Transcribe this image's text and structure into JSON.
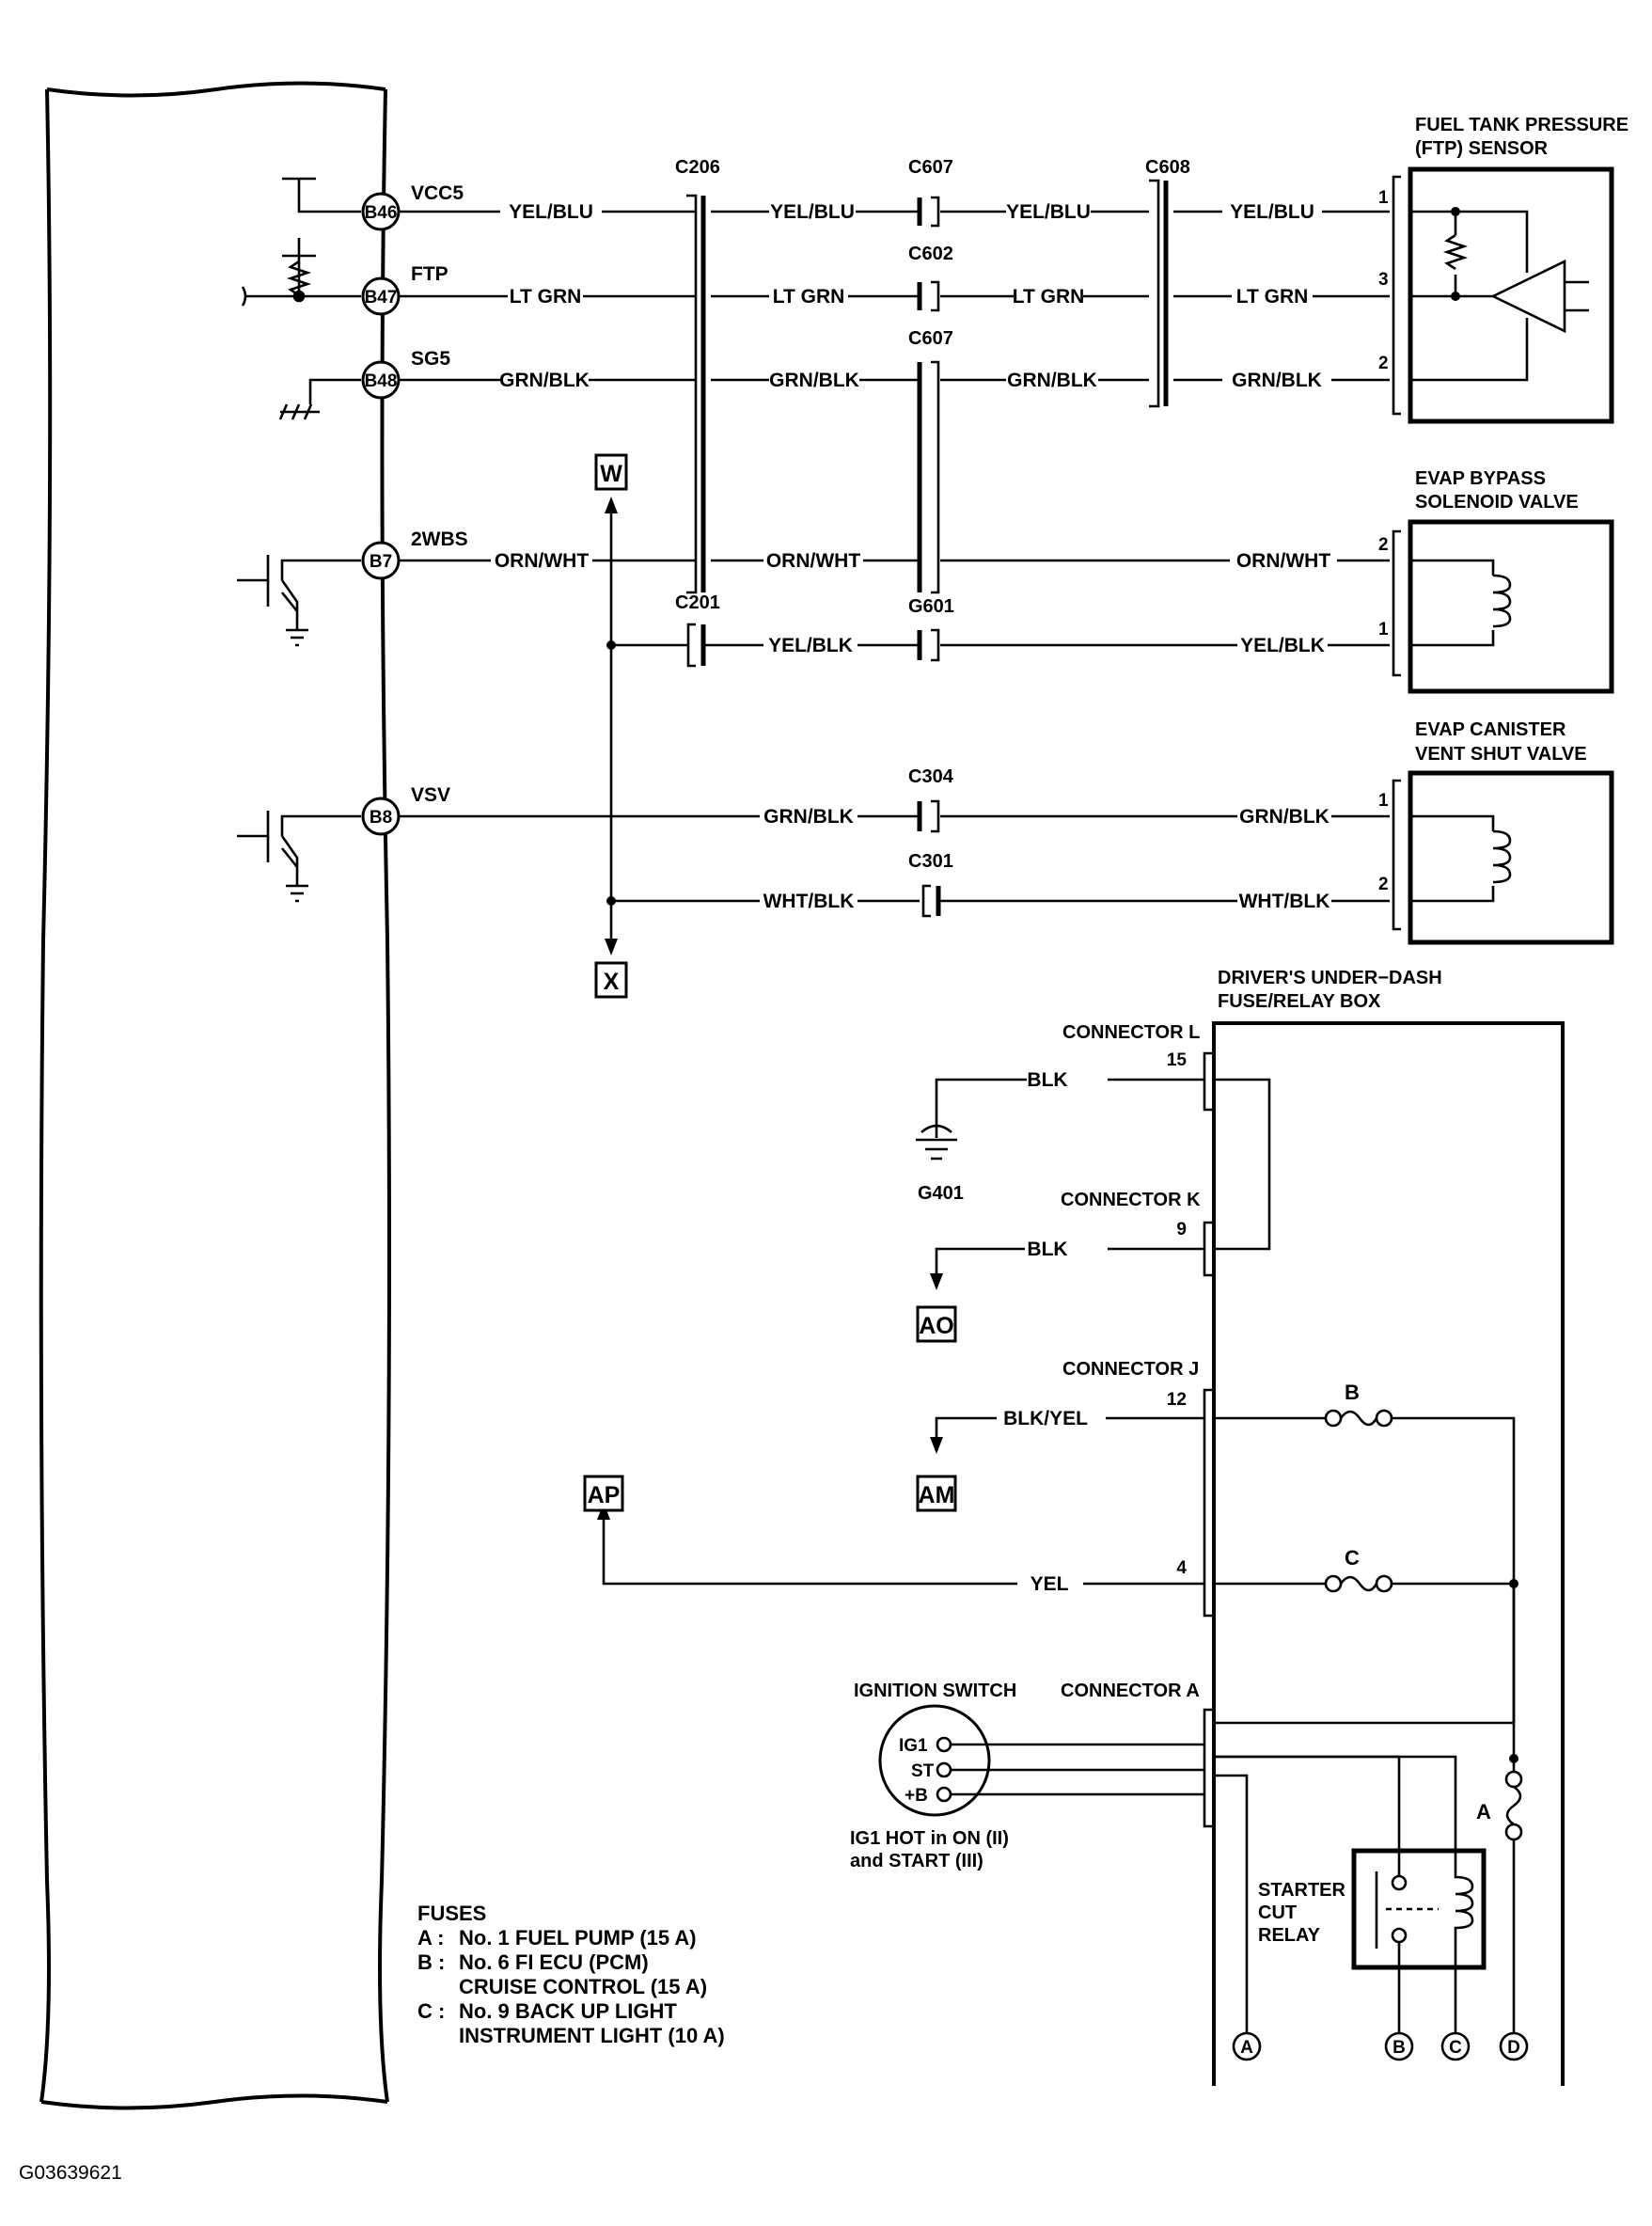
{
  "pcm_pins": [
    {
      "pin": "B46",
      "signal": "VCC5"
    },
    {
      "pin": "B47",
      "signal": "FTP"
    },
    {
      "pin": "B48",
      "signal": "SG5"
    },
    {
      "pin": "B7",
      "signal": "2WBS"
    },
    {
      "pin": "B8",
      "signal": "VSV"
    }
  ],
  "connectors": {
    "c206": "C206",
    "c607a": "C607",
    "c602": "C602",
    "c607b": "C607",
    "c608": "C608",
    "c201": "C201",
    "g601": "G601",
    "c304": "C304",
    "c301": "C301"
  },
  "wires": {
    "yel_blu": "YEL/BLU",
    "lt_grn": "LT GRN",
    "grn_blk": "GRN/BLK",
    "orn_wht": "ORN/WHT",
    "yel_blk": "YEL/BLK",
    "wht_blk": "WHT/BLK",
    "blk": "BLK",
    "blk_yel": "BLK/YEL",
    "yel": "YEL"
  },
  "components": {
    "ftp_sensor": {
      "line1": "FUEL TANK PRESSURE",
      "line2": "(FTP) SENSOR",
      "pins": [
        "1",
        "3",
        "2"
      ]
    },
    "bypass_valve": {
      "line1": "EVAP BYPASS",
      "line2": "SOLENOID VALVE",
      "pins": [
        "2",
        "1"
      ]
    },
    "vent_valve": {
      "line1": "EVAP CANISTER",
      "line2": "VENT SHUT VALVE",
      "pins": [
        "1",
        "2"
      ]
    },
    "fuse_box": {
      "line1": "DRIVER'S UNDER−DASH",
      "line2": "FUSE/RELAY BOX"
    },
    "starter_relay": {
      "line1": "STARTER",
      "line2": "CUT",
      "line3": "RELAY"
    },
    "ignition_switch": {
      "title": "IGNITION SWITCH",
      "ig1": "IG1",
      "st": "ST",
      "plusb": "+B",
      "note1": "IG1 HOT in ON (II)",
      "note2": "and START (III)"
    }
  },
  "fusebox_connectors": {
    "conn_l": {
      "name": "CONNECTOR L",
      "pin": "15"
    },
    "conn_k": {
      "name": "CONNECTOR K",
      "pin": "9"
    },
    "conn_j": {
      "name": "CONNECTOR J",
      "pin1": "12",
      "pin2": "4"
    },
    "conn_a": {
      "name": "CONNECTOR A"
    }
  },
  "ground": "G401",
  "references": {
    "w": "W",
    "x": "X",
    "ao": "AO",
    "am": "AM",
    "ap": "AP"
  },
  "fuse_letters": {
    "a": "A",
    "b": "B",
    "c": "C"
  },
  "bottom_refs": [
    "A",
    "B",
    "C",
    "D"
  ],
  "fuses_legend": {
    "title": "FUSES",
    "items": [
      {
        "key": "A :",
        "lines": [
          "No. 1 FUEL PUMP (15 A)"
        ]
      },
      {
        "key": "B :",
        "lines": [
          "No. 6 FI ECU (PCM)",
          "CRUISE CONTROL  (15 A)"
        ]
      },
      {
        "key": "C :",
        "lines": [
          "No. 9 BACK UP LIGHT",
          "INSTRUMENT LIGHT (10 A)"
        ]
      }
    ]
  },
  "image_code": "G03639621"
}
